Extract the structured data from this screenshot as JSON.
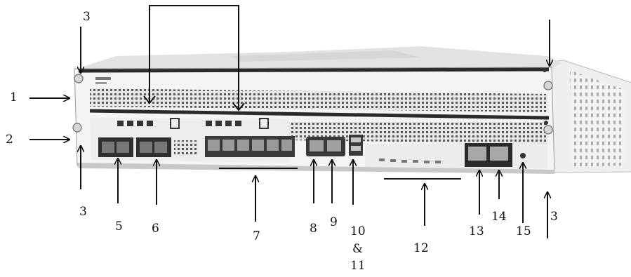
{
  "labels": {
    "n1": "1",
    "n2": "2",
    "n3_top_left": "3",
    "n3_bottom_left": "3",
    "n3_bottom_right": "3",
    "n5": "5",
    "n6": "6",
    "n7": "7",
    "n8": "8",
    "n9": "9",
    "n10_line1": "10",
    "n10_line2": "&",
    "n10_line3": "11",
    "n12": "12",
    "n13": "13",
    "n14": "14",
    "n15": "15"
  },
  "colors": {
    "line": "#111111",
    "chassis": "#d9d9d9",
    "chassis_dark": "#3a3a3a",
    "side": "#eeeeee"
  }
}
